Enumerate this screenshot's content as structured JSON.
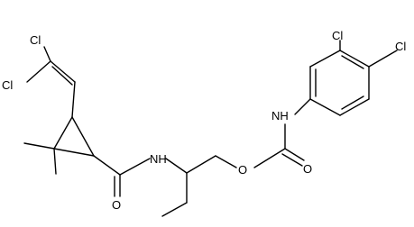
{
  "molecule": {
    "atoms": {
      "cl1": "Cl",
      "cl2": "Cl",
      "cl3": "Cl",
      "cl4": "Cl",
      "nh1": "NH",
      "nh2": "NH",
      "o1": "O",
      "o2": "O",
      "o3": "O"
    }
  }
}
